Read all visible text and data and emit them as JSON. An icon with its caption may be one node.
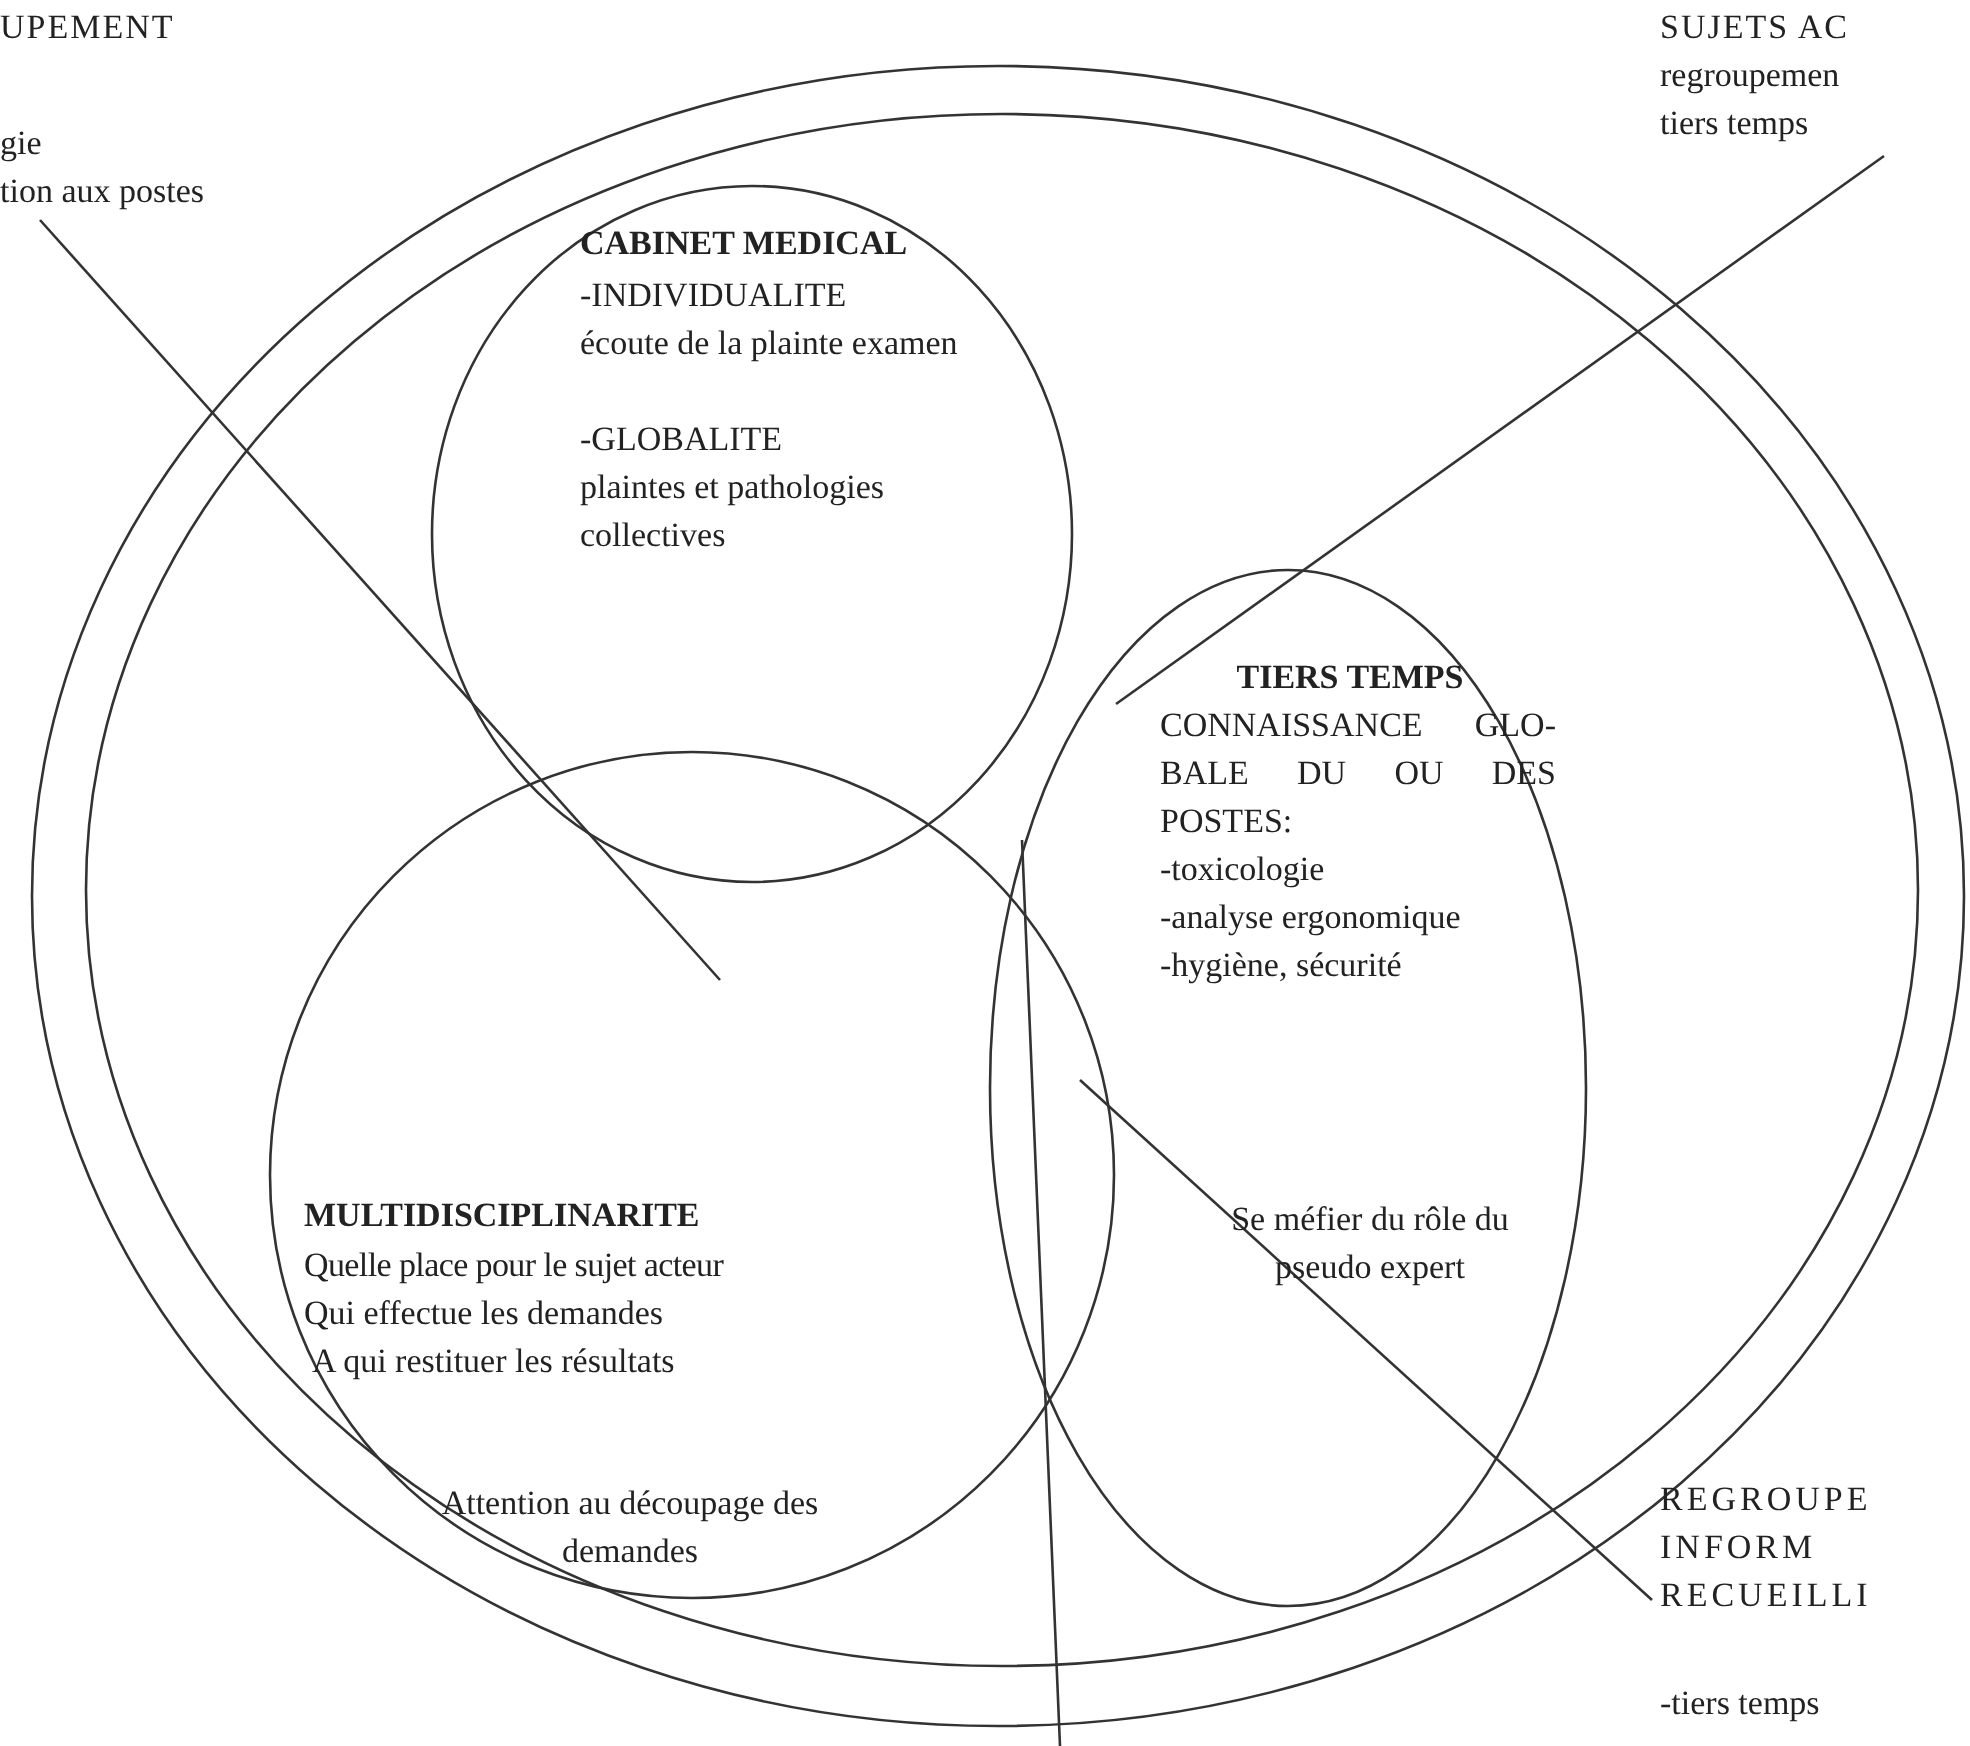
{
  "diagram": {
    "nodes": [
      {
        "text": [],
        "shape": "circle"
      },
      {
        "text": [],
        "shape": "circle",
        "in": 0
      },
      {
        "text": [
          "CABINET MEDICAL",
          "-INDIVIDUALITE",
          "écoute de la plainte examen",
          "-GLOBALITE",
          "plaintes et pathologies collectives"
        ],
        "in": 1
      },
      {
        "text": [
          "MULTIDISCIPLINARITE",
          "Quelle place pour le sujet acteur",
          "Qui effectue les demandes",
          "A qui restituer les résultats",
          "Attention au découpage des demandes"
        ],
        "in": 1
      },
      {
        "text": [
          "TIERS TEMPS",
          "CONNAISSANCE GLO- BALE DU OU DES POSTES:",
          "-toxicologie",
          "-analyse ergonomique",
          "-hygiène, sécurité",
          "Se méfier du rôle du pseudo expert"
        ],
        "in": 1
      },
      {
        "text": [
          "UPEMENT",
          "gie",
          "tion aux postes"
        ]
      },
      {
        "text": [
          "SUJETS AC",
          "regroupemen",
          "tiers temps"
        ]
      },
      {
        "text": [
          "REGROUPE INFORM RECUEILLI",
          "-tiers temps"
        ]
      }
    ],
    "edges": [
      {
        "from": 5,
        "to": 3,
        "arrow": "none"
      },
      {
        "from": 6,
        "to": 4,
        "arrow": "none"
      },
      {
        "from": 7,
        "to": 4,
        "arrow": "none"
      },
      {
        "from": null,
        "to": 4,
        "arrow": "none"
      }
    ]
  }
}
